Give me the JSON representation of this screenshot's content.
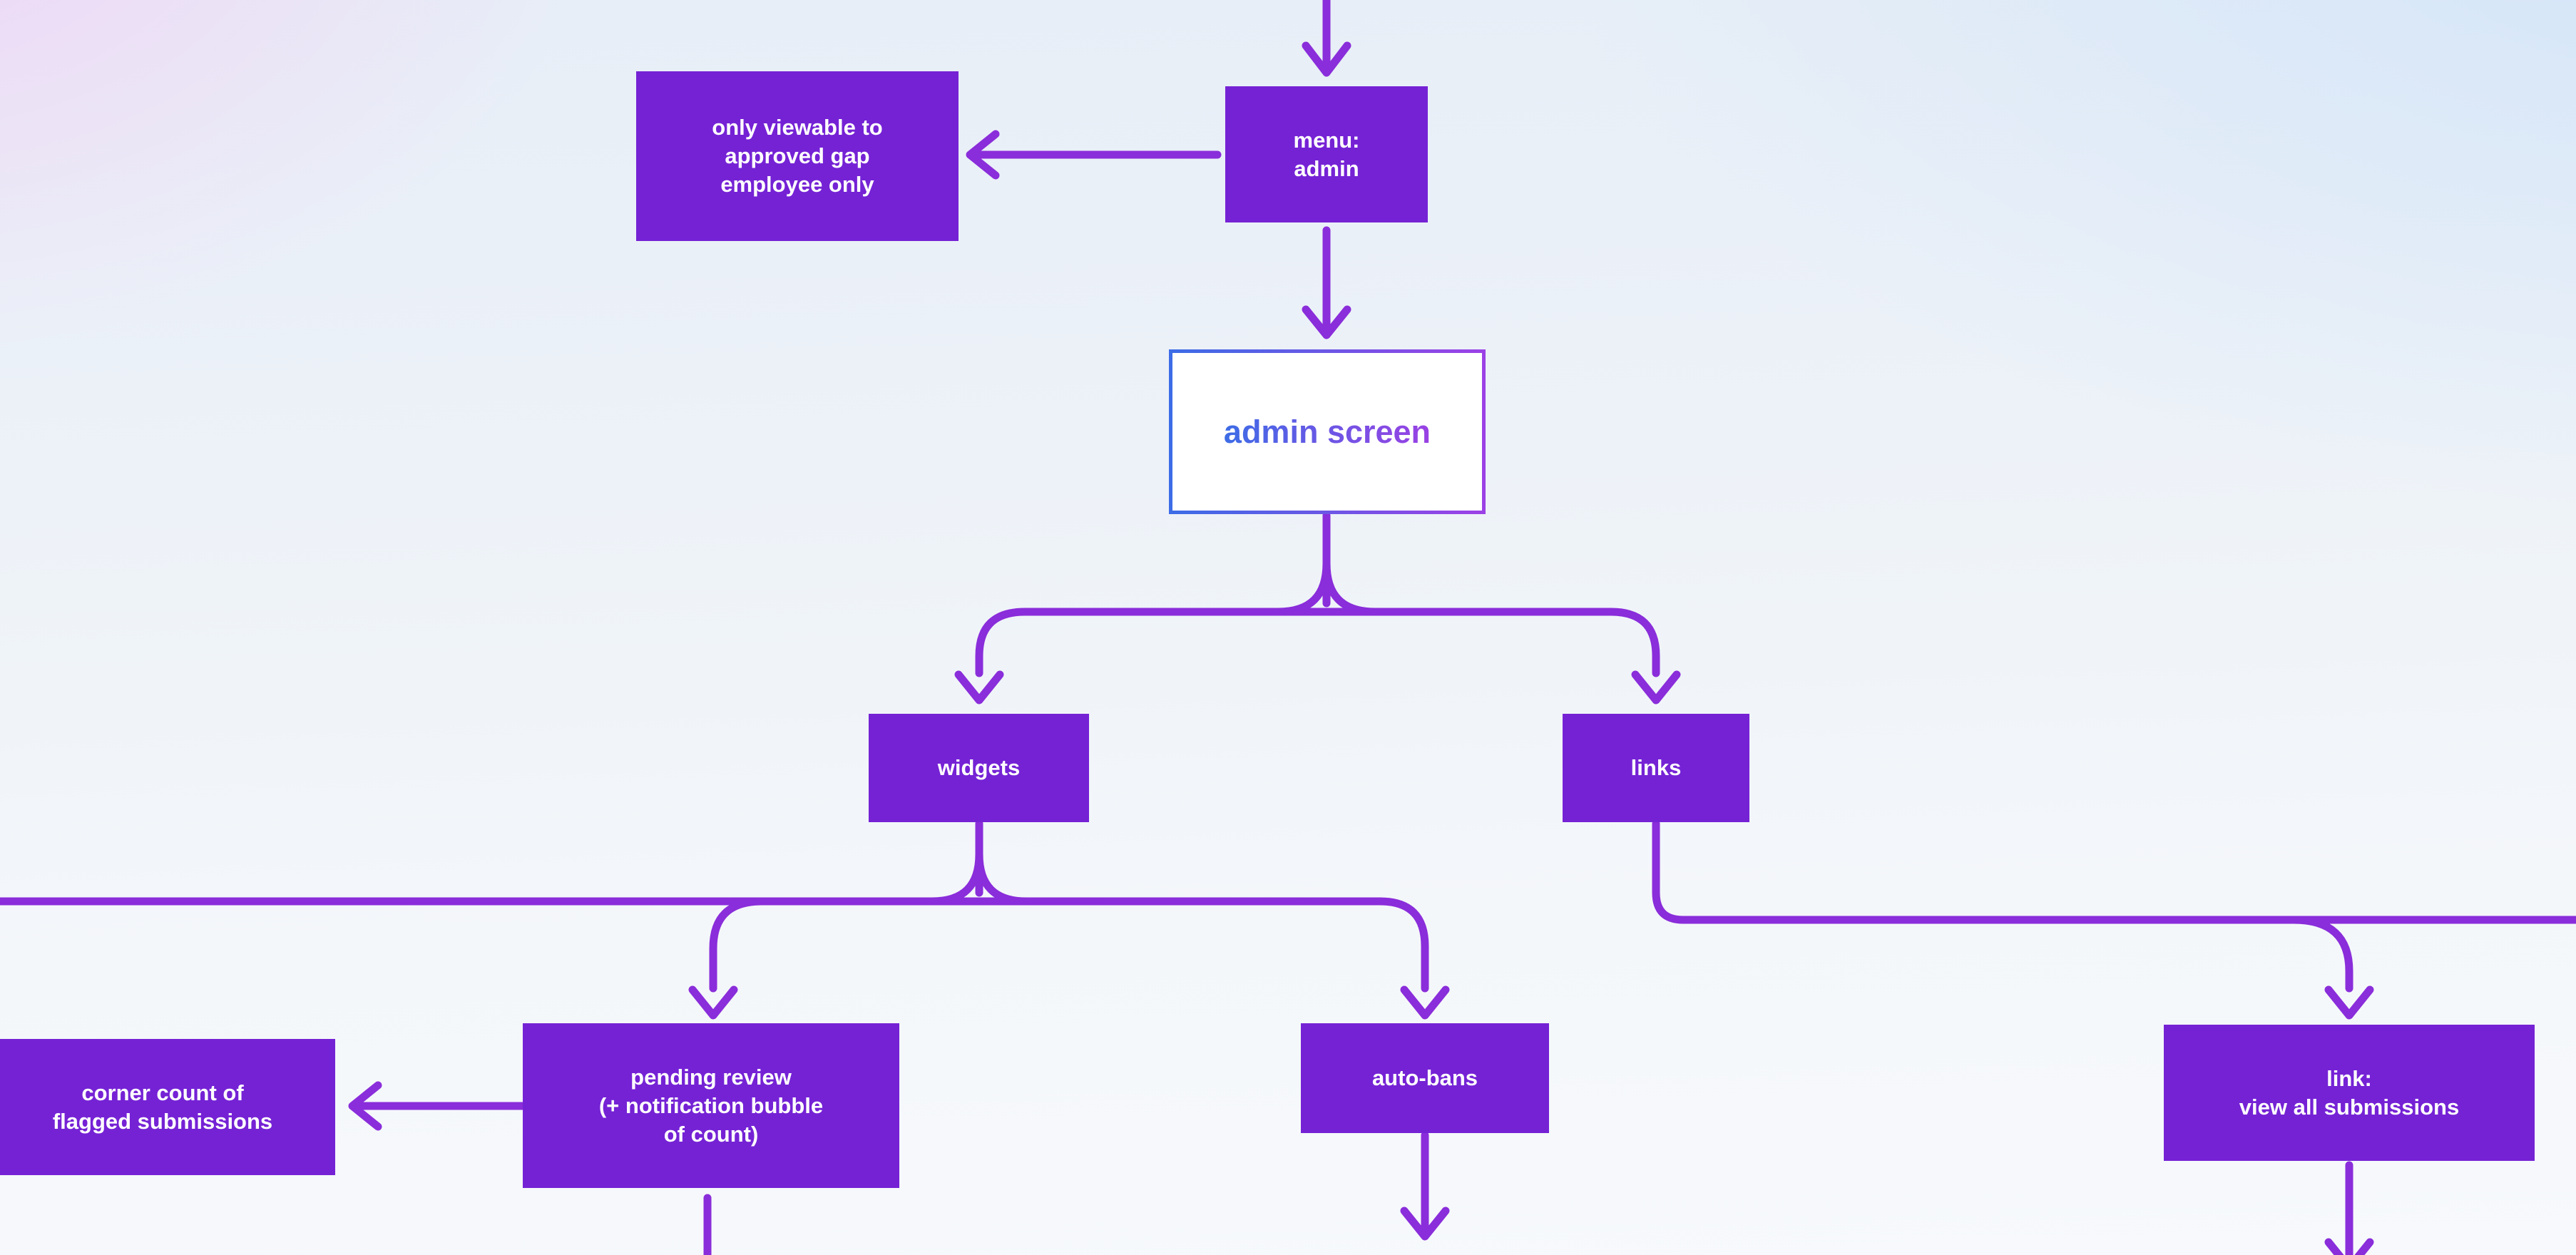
{
  "nodes": {
    "note": {
      "lines": [
        "only viewable to",
        "approved gap",
        "employee only"
      ]
    },
    "menu_admin": {
      "lines": [
        "menu:",
        "admin"
      ]
    },
    "admin_screen": {
      "lines": [
        "admin screen"
      ]
    },
    "widgets": {
      "lines": [
        "widgets"
      ]
    },
    "links": {
      "lines": [
        "links"
      ]
    },
    "corner_count": {
      "lines": [
        "corner count of",
        "flagged submissions"
      ]
    },
    "pending_review": {
      "lines": [
        "pending review",
        "(+ notification bubble",
        "of count)"
      ]
    },
    "auto_bans": {
      "lines": [
        "auto-bans"
      ]
    },
    "view_all_submissions": {
      "lines": [
        "link:",
        "view all submissions"
      ]
    }
  },
  "edges": [
    {
      "from": "offscreen-top",
      "to": "menu_admin",
      "type": "arrow"
    },
    {
      "from": "menu_admin",
      "to": "note",
      "type": "arrow"
    },
    {
      "from": "menu_admin",
      "to": "admin_screen",
      "type": "arrow"
    },
    {
      "from": "admin_screen",
      "to": "widgets",
      "type": "arrow"
    },
    {
      "from": "admin_screen",
      "to": "links",
      "type": "arrow"
    },
    {
      "from": "widgets",
      "to": "pending_review",
      "type": "arrow"
    },
    {
      "from": "widgets",
      "to": "auto_bans",
      "type": "arrow"
    },
    {
      "from": "widgets",
      "to": "offscreen-left",
      "type": "line"
    },
    {
      "from": "links",
      "to": "view_all_submissions",
      "type": "arrow"
    },
    {
      "from": "links",
      "to": "offscreen-right",
      "type": "line"
    },
    {
      "from": "pending_review",
      "to": "corner_count",
      "type": "arrow"
    },
    {
      "from": "pending_review",
      "to": "offscreen-bottom",
      "type": "line"
    },
    {
      "from": "auto_bans",
      "to": "offscreen-bottom",
      "type": "arrow"
    },
    {
      "from": "view_all_submissions",
      "to": "offscreen-bottom",
      "type": "arrow"
    }
  ],
  "colors": {
    "node_fill": "#7522d5",
    "node_text": "#ffffff",
    "connector": "#8a2dda",
    "admin_border_start": "#3c6ce6",
    "admin_border_end": "#9c41e6",
    "admin_text_start": "#3d6ce6",
    "admin_text_end": "#9a41e4",
    "bg_top_left": "#f0d3f5",
    "bg_top_right": "#d0e3f8",
    "bg_bottom": "#f7f9fc"
  }
}
